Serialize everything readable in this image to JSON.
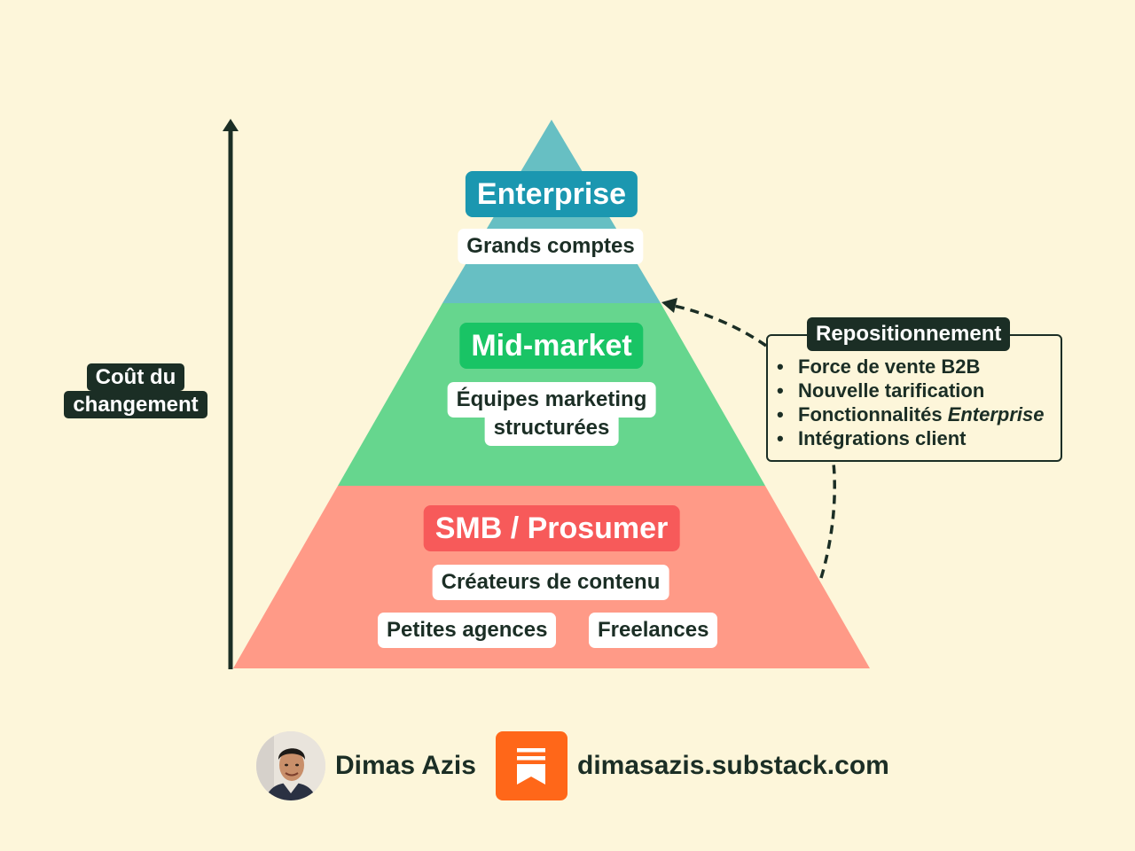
{
  "axis": {
    "label_line1": "Coût du",
    "label_line2": "changement"
  },
  "tiers": {
    "enterprise": {
      "title": "Enterprise",
      "items": [
        "Grands comptes"
      ]
    },
    "mid_market": {
      "title": "Mid-market",
      "items_line1": "Équipes marketing",
      "items_line2": "structurées"
    },
    "smb": {
      "title": "SMB / Prosumer",
      "items": [
        "Créateurs de contenu",
        "Petites agences",
        "Freelances"
      ]
    }
  },
  "repositioning": {
    "title": "Repositionnement",
    "items": [
      "Force de vente B2B",
      "Nouvelle tarification",
      "Fonctionnalités"
    ],
    "item3_suffix": "Enterprise",
    "item4": "Intégrations client"
  },
  "footer": {
    "author": "Dimas Azis",
    "site": "dimasazis.substack.com"
  },
  "colors": {
    "background": "#fdf6da",
    "enterprise_band": "#67bfc3",
    "enterprise_title": "#1b97b0",
    "mid_band": "#66d68e",
    "mid_title": "#19c465",
    "smb_band": "#ff9a87",
    "smb_title": "#f75a5a",
    "dark": "#1b2e25",
    "substack": "#ff6719"
  },
  "icons": {
    "axis_arrow": "arrow-up-icon",
    "logo": "substack-logo-icon",
    "avatar": "author-avatar"
  }
}
